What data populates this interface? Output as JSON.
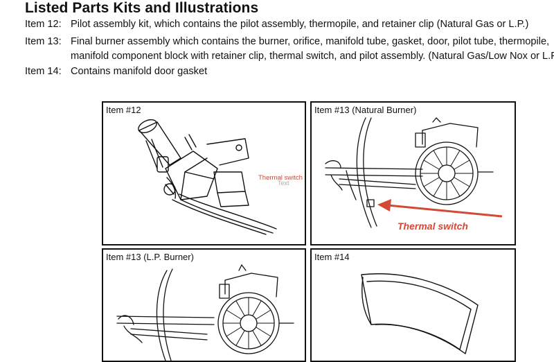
{
  "heading": "Listed Parts Kits and Illustrations",
  "items": [
    {
      "num": "Item 12:",
      "lines": [
        "Pilot assembly kit, which contains the pilot assembly, thermopile, and retainer clip (Natural Gas or L.P.)"
      ]
    },
    {
      "num": "Item 13:",
      "lines": [
        "Final burner assembly which contains the burner, orifice, manifold tube, gasket, door, pilot tube, thermopile,",
        "manifold component block with retainer clip, thermal switch, and pilot assembly. (Natural Gas/Low Nox or L.P.)"
      ]
    },
    {
      "num": "Item 14:",
      "lines": [
        "Contains manifold door gasket"
      ]
    }
  ],
  "panels": {
    "p12": {
      "label": "Item #12",
      "callout": "Thermal switch",
      "callout_overlap": "Text"
    },
    "p13n": {
      "label": "Item #13 (Natural Burner)",
      "callout": "Thermal switch"
    },
    "p13lp": {
      "label": "Item #13 (L.P. Burner)"
    },
    "p14": {
      "label": "Item #14"
    }
  },
  "colors": {
    "callout_red": "#d24a36",
    "border": "#111111"
  }
}
